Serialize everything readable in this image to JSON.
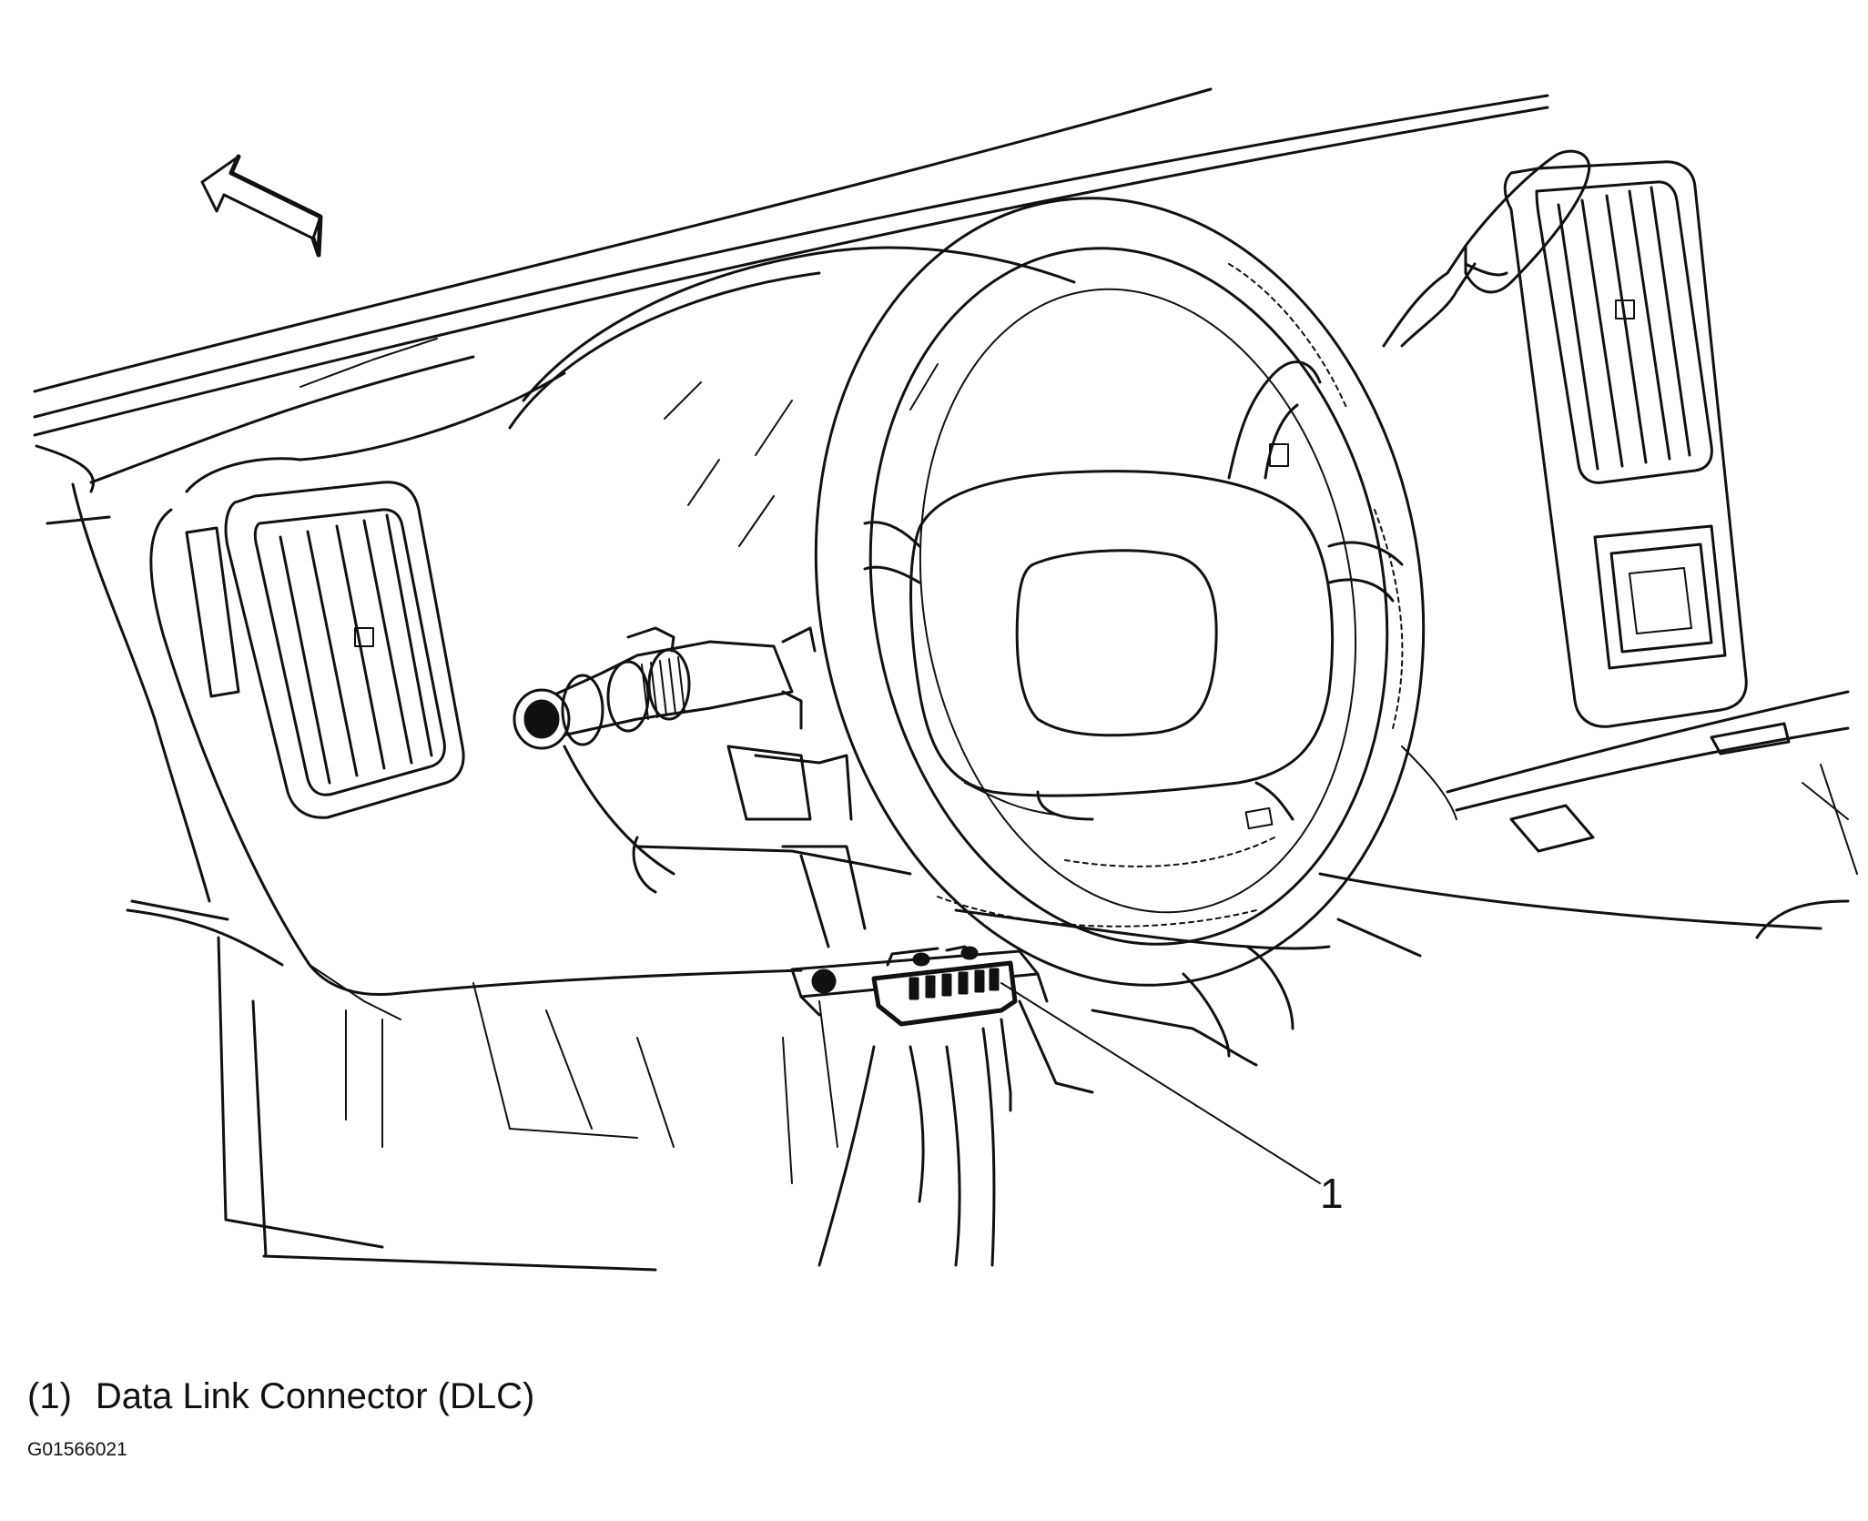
{
  "diagram": {
    "callouts": [
      {
        "number": "1",
        "target": "data-link-connector"
      }
    ],
    "legend": [
      {
        "key": "(1)",
        "label": "Data Link Connector (DLC)"
      }
    ],
    "figure_id": "G01566021",
    "icons": [
      "forward-arrow-icon"
    ]
  }
}
